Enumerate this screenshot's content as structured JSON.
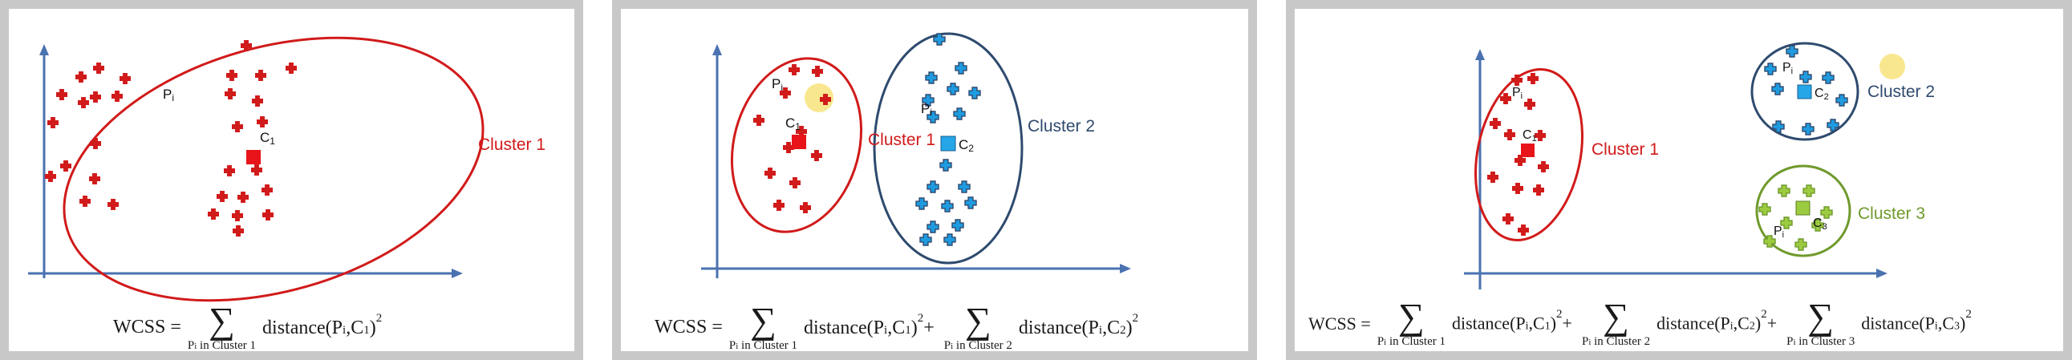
{
  "colors": {
    "cluster1": "#d11a1a",
    "cluster2": "#2e4a6e",
    "cluster2_points": "#1f9be0",
    "cluster3": "#6f9a2c",
    "cluster3_points": "#9ccb40",
    "axes": "#4a72b0",
    "highlight": "#f6df6a"
  },
  "panel1": {
    "cluster_label": "Cluster 1",
    "point_label": "P",
    "point_label_sub": "i",
    "centroid_label": "C",
    "centroid_sub": "1",
    "formula": {
      "lhs": "WCSS =",
      "sum1_sub": "P",
      "sum1_sub_i": "i",
      "sum1_sub_rest": " in Cluster 1",
      "term1": "distance(P",
      "term1_i": "i",
      "term1_c": ",C",
      "term1_ci": "1",
      "term1_end": ")",
      "term1_exp": "2"
    }
  },
  "panel2": {
    "cluster1_label": "Cluster 1",
    "cluster2_label": "Cluster 2",
    "point_label": "P",
    "point_label_sub": "i",
    "c1_label": "C",
    "c1_sub": "1",
    "c2_label": "C",
    "c2_sub": "2",
    "formula": {
      "lhs": "WCSS =",
      "sum_sub_a": "P",
      "sum_sub_i": "i",
      "sum1_rest": " in Cluster 1",
      "sum2_rest": " in Cluster 2",
      "t1": "distance(P",
      "t1_i": "i",
      "t1_c": ",C",
      "t1_ci": "1",
      "t_end": ")",
      "t1_exp": "2",
      "plus": "+",
      "t2_ci": "2",
      "t2_exp": "2"
    }
  },
  "panel3": {
    "cluster1_label": "Cluster 1",
    "cluster2_label": "Cluster 2",
    "cluster3_label": "Cluster 3",
    "point_label": "P",
    "point_label_sub": "i",
    "c1_label": "C",
    "c1_sub": "1",
    "c2_label": "C",
    "c2_sub": "2",
    "c3_label": "C",
    "c3_sub": "3",
    "formula": {
      "lhs": "WCSS =",
      "sum_sub_a": "P",
      "sum_sub_i": "i",
      "sum1_rest": " in Cluster 1",
      "sum2_rest": " in Cluster 2",
      "sum3_rest": " in Cluster 3",
      "t_d": "distance(P",
      "t_i": "i",
      "t_c": ",C",
      "c1": "1",
      "c2": "2",
      "c3": "3",
      "t_end": ")",
      "exp": "2",
      "plus": "+"
    }
  }
}
